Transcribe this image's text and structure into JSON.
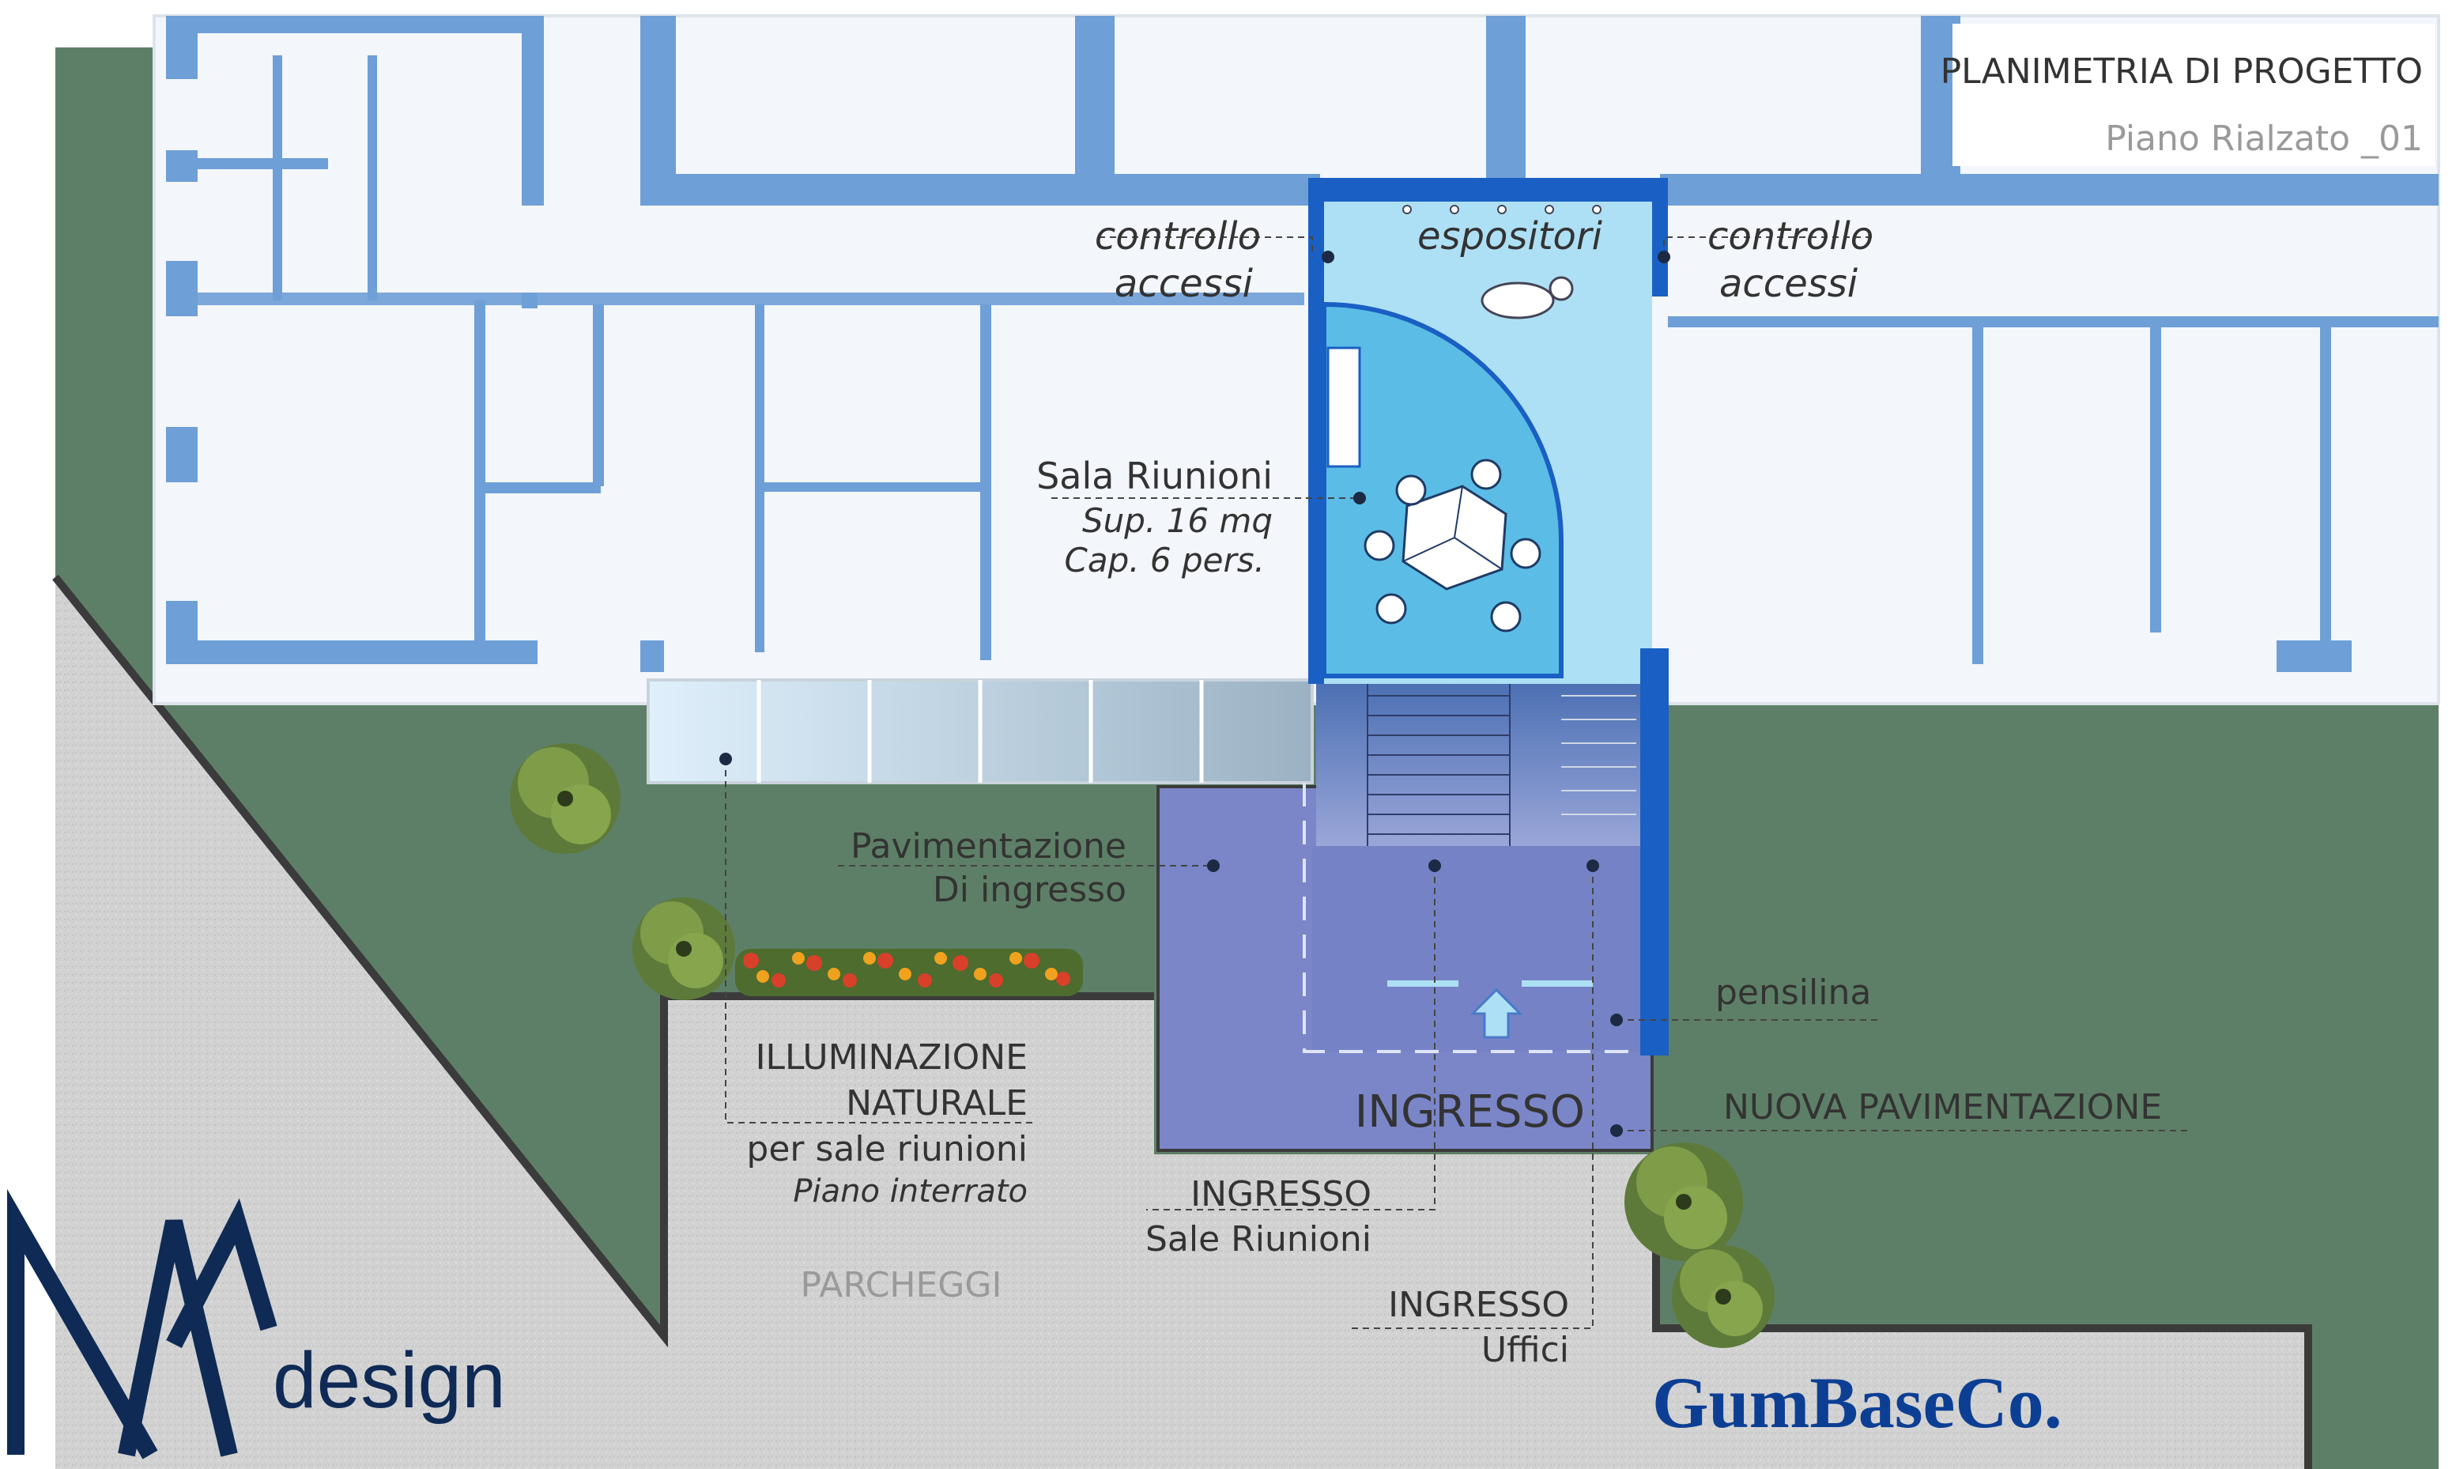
{
  "title_block": {
    "title": "PLANIMETRIA DI PROGETTO",
    "subtitle": "Piano Rialzato _01"
  },
  "labels": {
    "controllo_left_1": "controllo",
    "controllo_left_2": "accessi",
    "espositori": "espositori",
    "controllo_right_1": "controllo",
    "controllo_right_2": "accessi",
    "sala_title": "Sala Riunioni",
    "sala_sup": "Sup. 16 mq",
    "sala_cap": "Cap. 6 pers.",
    "pavimentazione_1": "Pavimentazione",
    "pavimentazione_2": "Di ingresso",
    "pensilina": "pensilina",
    "illum_1": "ILLUMINAZIONE",
    "illum_2": "NATURALE",
    "illum_3": "per sale riunioni",
    "illum_4": "Piano interrato",
    "ingresso_main": "INGRESSO",
    "nuova_pav": "NUOVA PAVIMENTAZIONE",
    "ingresso_sale_1": "INGRESSO",
    "ingresso_sale_2": "Sale Riunioni",
    "ingresso_uffici_1": "INGRESSO",
    "ingresso_uffici_2": "Uffici",
    "parcheggi": "PARCHEGGI"
  },
  "logos": {
    "designer_mark": "ANA",
    "designer_word": "design",
    "client": "GumBaseCo."
  },
  "colors": {
    "wall": "#6e9fd6",
    "wall_dark": "#1a5fc4",
    "lawn": "#5e7f67",
    "gravel": "#cfcfcf",
    "entrance": "#7a86c8",
    "hall": "#aee0f5",
    "meeting": "#5bbde6",
    "logo_navy": "#0f2a55",
    "logo_blue": "#0c3f94"
  }
}
